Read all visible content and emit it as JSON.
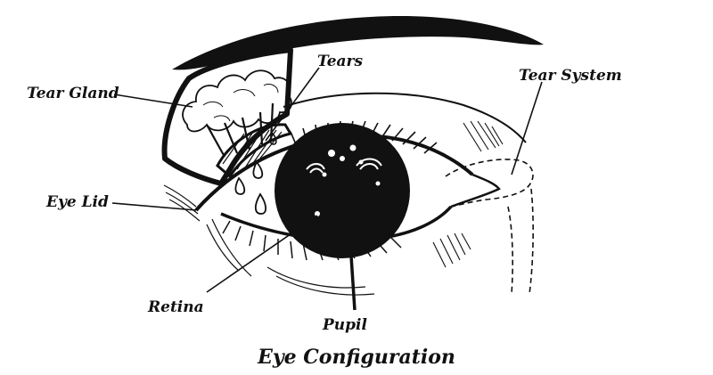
{
  "labels": {
    "tear_gland": "Tear Gland",
    "tears": "Tears",
    "tear_system": "Tear System",
    "eye_lid": "Eye Lid",
    "retina": "Retina",
    "pupil": "Pupil"
  },
  "caption": "Eye Configuration",
  "colors": {
    "ink": "#111111",
    "background": "#ffffff"
  }
}
